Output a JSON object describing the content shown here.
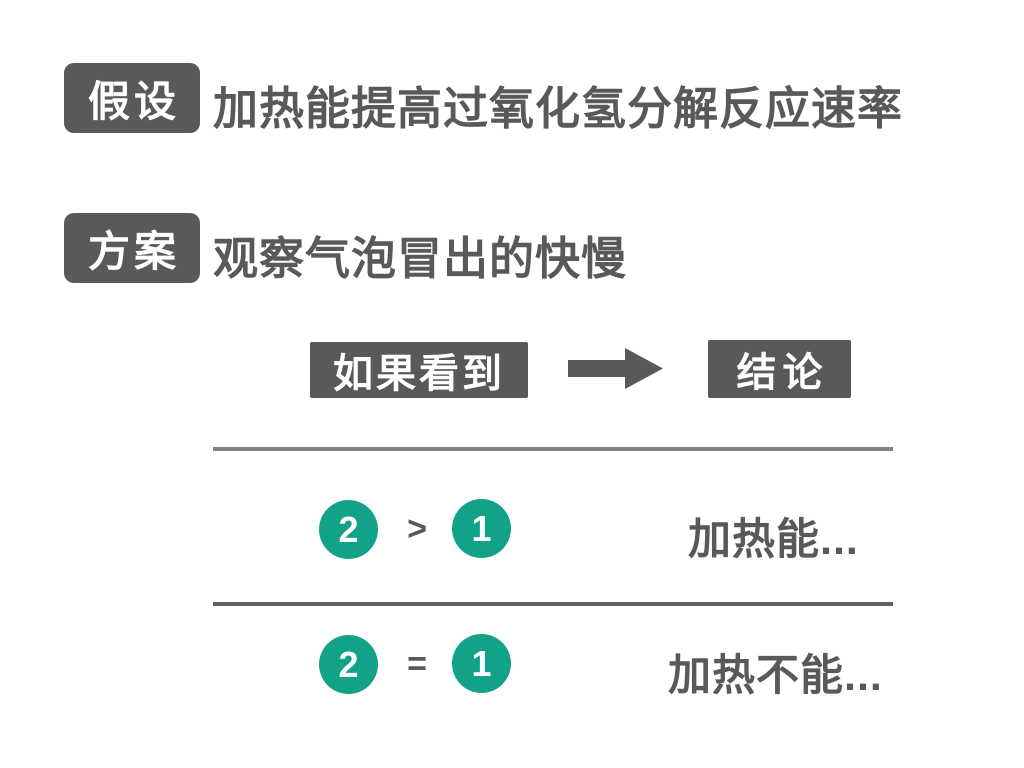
{
  "colors": {
    "badge_bg": "#58595b",
    "text": "#58595b",
    "accent_green": "#12a287",
    "badge_text": "#ffffff"
  },
  "hypothesis": {
    "badge_label": "假设",
    "text": "加热能提高过氧化氢分解反应速率"
  },
  "plan": {
    "badge_label": "方案",
    "text": "观察气泡冒出的快慢"
  },
  "table": {
    "condition_header": "如果看到",
    "conclusion_header": "结论",
    "rows": [
      {
        "left_value": "2",
        "operator": ">",
        "right_value": "1",
        "conclusion": "加热能..."
      },
      {
        "left_value": "2",
        "operator": "=",
        "right_value": "1",
        "conclusion": "加热不能..."
      }
    ]
  }
}
